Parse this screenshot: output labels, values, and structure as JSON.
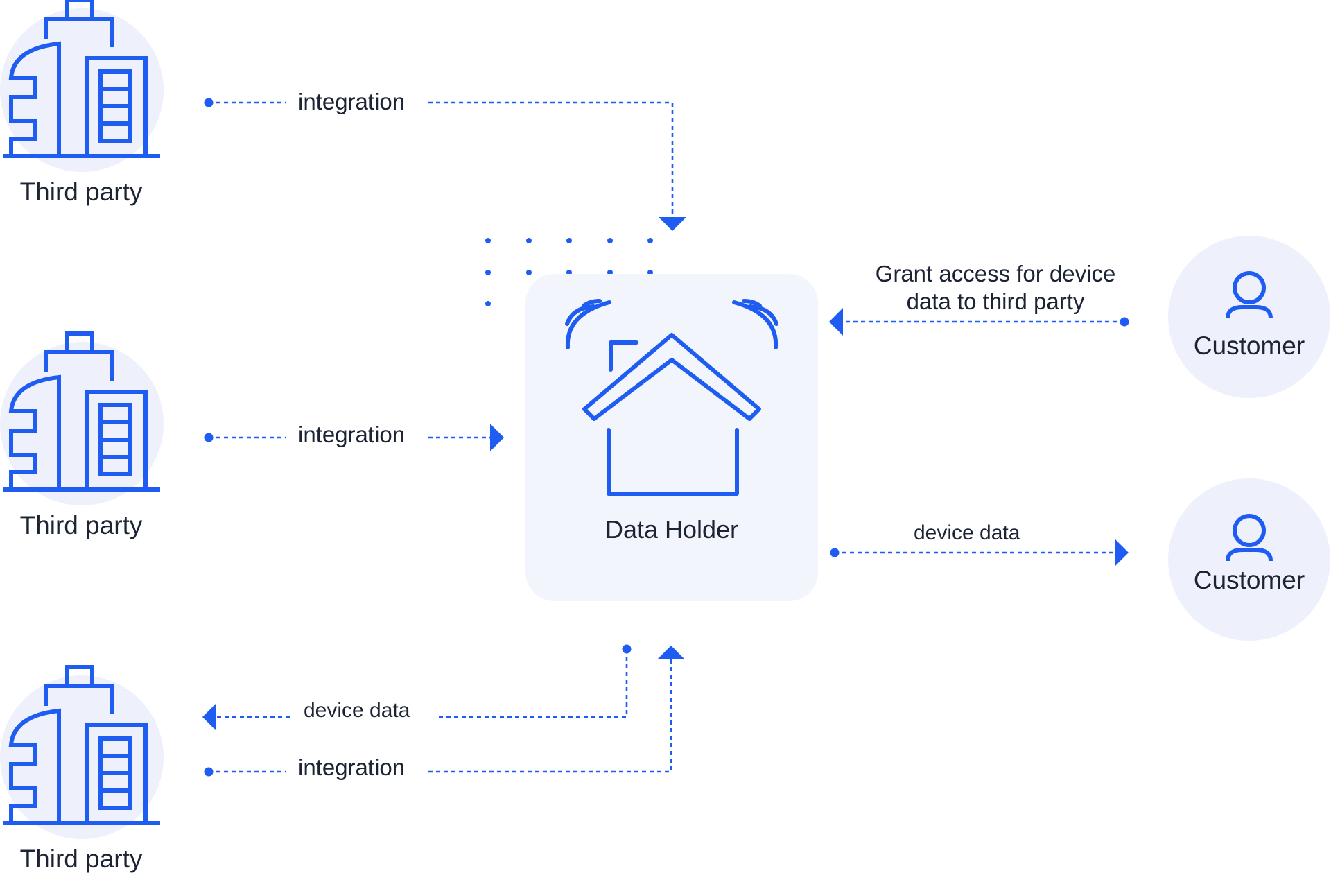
{
  "colors": {
    "accent": "#1f5cf2",
    "circle_bg": "#eef1fc",
    "panel_bg": "#f3f5fd",
    "text": "#1c2333"
  },
  "third_parties": [
    {
      "label": "Third party",
      "icon": "building-icon"
    },
    {
      "label": "Third party",
      "icon": "building-icon"
    },
    {
      "label": "Third party",
      "icon": "building-icon"
    }
  ],
  "data_holder": {
    "label": "Data Holder",
    "icon": "smart-home-icon"
  },
  "customers": [
    {
      "label": "Customer",
      "icon": "user-icon"
    },
    {
      "label": "Customer",
      "icon": "user-icon"
    }
  ],
  "edges": {
    "integration_top": "integration",
    "integration_middle": "integration",
    "integration_bottom": "integration",
    "device_data_bottom": "device data",
    "grant_access": "Grant access for device data to third party",
    "device_data_customer": "device data"
  }
}
